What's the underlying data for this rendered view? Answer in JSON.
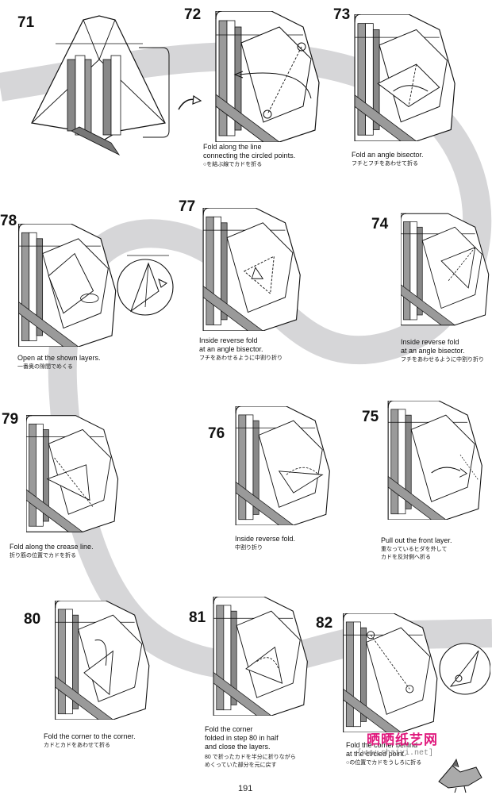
{
  "page_number": "191",
  "watermark": {
    "brand": "晒晒纸艺网",
    "url": "[www.shaiyi.net]"
  },
  "steps": {
    "s71": {
      "number": "71",
      "text_en": "",
      "text_jp": ""
    },
    "s72": {
      "number": "72",
      "text_en": "Fold along the line connecting the circled points.",
      "text_en_l1": "Fold along the line",
      "text_en_l2": "connecting the circled points.",
      "text_jp": "○を結ぶ線でカドを折る"
    },
    "s73": {
      "number": "73",
      "text_en": "Fold an angle bisector.",
      "text_jp": "フチとフチをあわせて折る"
    },
    "s74": {
      "number": "74",
      "text_en_l1": "Inside reverse fold",
      "text_en_l2": "at an angle bisector.",
      "text_jp": "フチをあわせるように中割り折り"
    },
    "s75": {
      "number": "75",
      "text_en": "Pull out the front layer.",
      "text_jp_l1": "重なっているヒダを外して",
      "text_jp_l2": "カドを反対側へ折る"
    },
    "s76": {
      "number": "76",
      "text_en": "Inside reverse fold.",
      "text_jp": "中割り折り"
    },
    "s77": {
      "number": "77",
      "text_en_l1": "Inside reverse fold",
      "text_en_l2": "at an angle bisector.",
      "text_jp": "フチをあわせるように中割り折り"
    },
    "s78": {
      "number": "78",
      "text_en": "Open at the shown layers.",
      "text_jp": "一番奥の隙間でめくる"
    },
    "s79": {
      "number": "79",
      "text_en": "Fold along the crease line.",
      "text_jp": "折り筋の位置でカドを折る"
    },
    "s80": {
      "number": "80",
      "text_en": "Fold the corner to the corner.",
      "text_jp": "カドとカドをあわせて折る"
    },
    "s81": {
      "number": "81",
      "text_en_l1": "Fold the corner",
      "text_en_l2": "folded in step 80 in half",
      "text_en_l3": "and close the layers.",
      "text_jp_l1": "80 で折ったカドを半分に折りながら",
      "text_jp_l2": "めくっていた部分を元に戻す"
    },
    "s82": {
      "number": "82",
      "text_en_l1": "Fold the corner behind",
      "text_en_l2": "at the circled point.",
      "text_jp": "○の位置でカドをうしろに折る"
    }
  }
}
